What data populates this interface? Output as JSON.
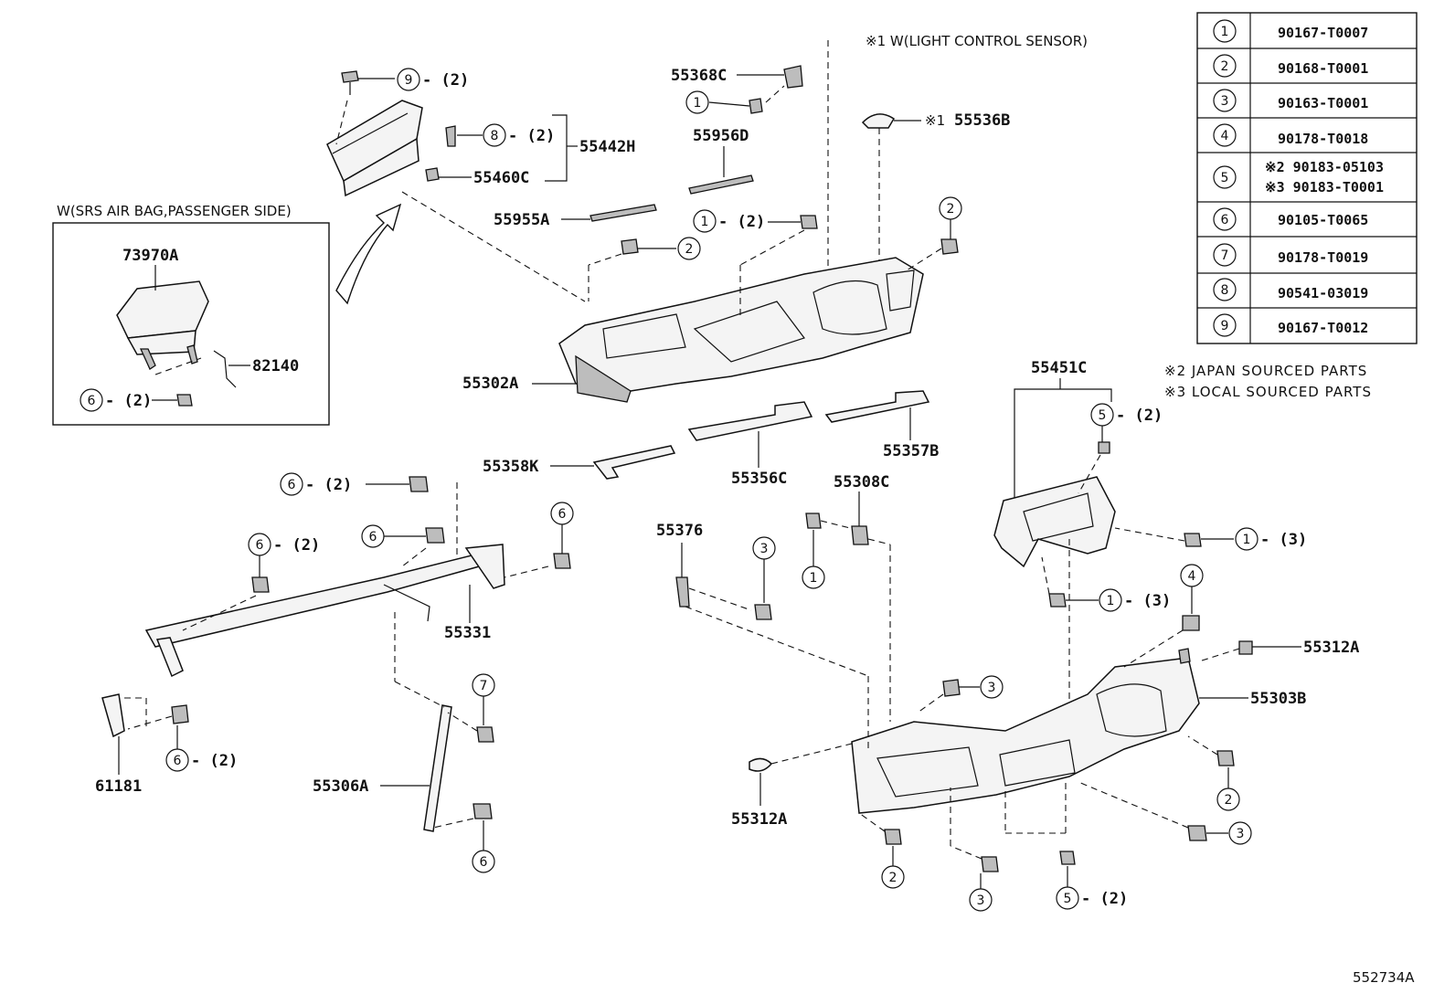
{
  "note_sensor": "※1  W(LIGHT CONTROL SENSOR)",
  "note_japan": "※2 JAPAN SOURCED PARTS",
  "note_local": "※3 LOCAL SOURCED PARTS",
  "inset_title": "W(SRS AIR BAG,PASSENGER SIDE)",
  "figure_code": "552734A",
  "legend": [
    {
      "num": "1",
      "lines": [
        "90167-T0007"
      ]
    },
    {
      "num": "2",
      "lines": [
        "90168-T0001"
      ]
    },
    {
      "num": "3",
      "lines": [
        "90163-T0001"
      ]
    },
    {
      "num": "4",
      "lines": [
        "90178-T0018"
      ]
    },
    {
      "num": "5",
      "lines": [
        "※2 90183-05103",
        "※3 90183-T0001"
      ]
    },
    {
      "num": "6",
      "lines": [
        "90105-T0065"
      ]
    },
    {
      "num": "7",
      "lines": [
        "90178-T0019"
      ]
    },
    {
      "num": "8",
      "lines": [
        "90541-03019"
      ]
    },
    {
      "num": "9",
      "lines": [
        "90167-T0012"
      ]
    }
  ],
  "parts": {
    "p55368C": "55368C",
    "p55956D": "55956D",
    "p55536B": "55536B",
    "p55442H": "55442H",
    "p55460C": "55460C",
    "p55955A": "55955A",
    "p73970A": "73970A",
    "p82140": "82140",
    "p55302A": "55302A",
    "p55451C": "55451C",
    "p55358K": "55358K",
    "p55356C": "55356C",
    "p55357B": "55357B",
    "p55308C": "55308C",
    "p55376": "55376",
    "p55331": "55331",
    "p55312A_a": "55312A",
    "p55303B": "55303B",
    "p61181": "61181",
    "p55306A": "55306A",
    "p55312A_b": "55312A"
  },
  "qty": {
    "q2": "- (2)",
    "q3": "- (3)",
    "mark1": "※1"
  },
  "callouts": {
    "c1": "1",
    "c2": "2",
    "c3": "3",
    "c4": "4",
    "c5": "5",
    "c6": "6",
    "c7": "7",
    "c8": "8",
    "c9": "9"
  }
}
